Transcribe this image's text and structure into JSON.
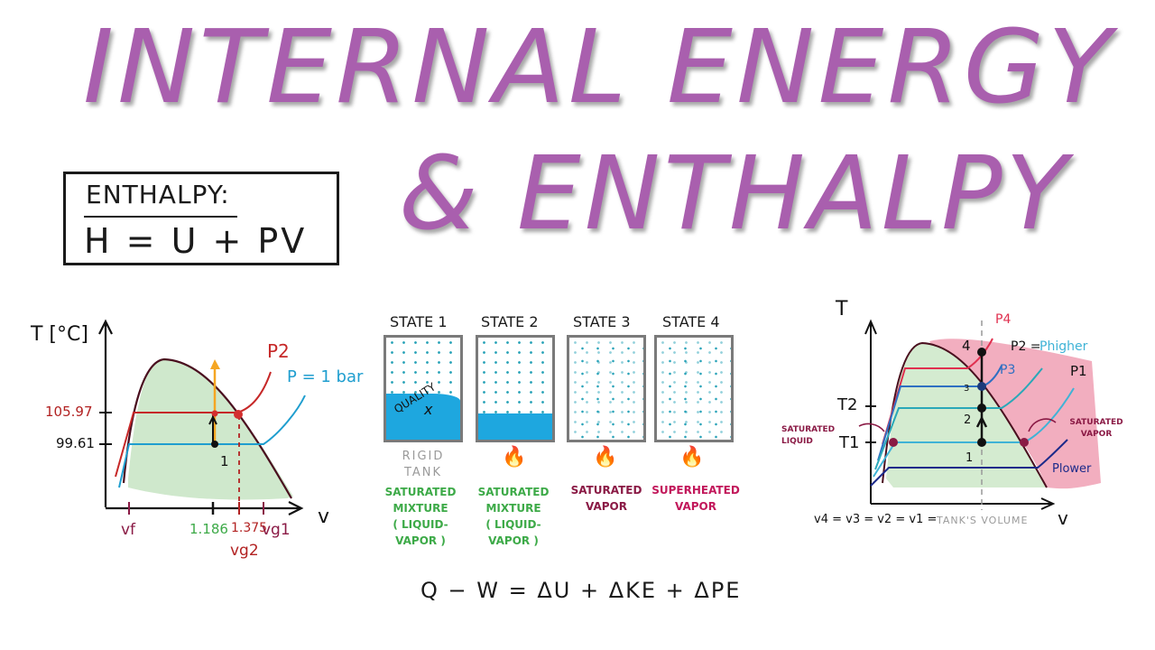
{
  "title": {
    "line1": "INTERNAL ENERGY",
    "line2": "& ENTHALPY",
    "color": "#a95fae"
  },
  "enthalpy_box": {
    "label": "ENTHALPY:",
    "formula": "H = U + PV"
  },
  "left_diagram": {
    "y_axis_label": "T [°C]",
    "x_axis_label": "v",
    "y_ticks": [
      {
        "label": "105.97",
        "color": "#b22222"
      },
      {
        "label": "99.61",
        "color": "#1a1a1a"
      }
    ],
    "x_ticks": [
      {
        "label": "vf",
        "color": "#8a1a45"
      },
      {
        "label": "1.186",
        "color": "#3daa48"
      },
      {
        "label": "1.375",
        "color": "#b22222"
      },
      {
        "label": "vg1",
        "color": "#8a1a45"
      }
    ],
    "x_sublabel": "vg2",
    "isobars": [
      {
        "label": "P2",
        "color": "#c62828"
      },
      {
        "label": "P = 1 bar",
        "color": "#1f9ecf"
      }
    ],
    "point_label": "1",
    "dome_fill": "#cfe8cc"
  },
  "states": [
    {
      "title": "STATE 1",
      "liquid_pct": 45,
      "note": "RIGID TANK",
      "caption_lines": [
        "SATURATED",
        "MIXTURE",
        "( LIQUID-",
        "VAPOR )"
      ],
      "caption_color": "#3daa48",
      "quality_label": "QUALITY",
      "quality_symbol": "x",
      "flame": ""
    },
    {
      "title": "STATE 2",
      "liquid_pct": 26,
      "note": "",
      "caption_lines": [
        "SATURATED",
        "MIXTURE",
        "( LIQUID-",
        "VAPOR )"
      ],
      "caption_color": "#3daa48",
      "flame": "🔥"
    },
    {
      "title": "STATE 3",
      "liquid_pct": 0,
      "note": "",
      "caption_lines": [
        "SATURATED",
        "VAPOR"
      ],
      "caption_color": "#8a1a45",
      "flame": "🔥"
    },
    {
      "title": "STATE 4",
      "liquid_pct": 0,
      "note": "",
      "caption_lines": [
        "SUPERHEATED",
        "VAPOR"
      ],
      "caption_color": "#c2185b",
      "flame": "🔥"
    }
  ],
  "energy_equation": "Q − W  =  ΔU + ΔKE + ΔPE",
  "right_diagram": {
    "y_axis_label": "T",
    "x_axis_label": "v",
    "y_ticks": [
      "T2",
      "T1"
    ],
    "isobars": [
      {
        "label": "P4",
        "color": "#e0304f"
      },
      {
        "label": "P2 =",
        "color": "#1a1a1a"
      },
      {
        "label": "Phigher",
        "color": "#3fb3d6"
      },
      {
        "label": "P3",
        "color": "#2e6fc2"
      },
      {
        "label": "P1",
        "color": "#1a1a1a"
      },
      {
        "label": "Plower",
        "color": "#1c2a8a"
      }
    ],
    "state_points": [
      "4",
      "3",
      "2",
      "1"
    ],
    "annotations": {
      "saturated_liquid": "SATURATED LIQUID",
      "saturated_vapor": "SATURATED VAPOR"
    },
    "volume_equation": "v4 = v3 = v2 = v1 =",
    "volume_note": "TANK'S VOLUME",
    "dome_fill": "#d4ebd0",
    "superheat_fill": "#f1a5b8"
  }
}
